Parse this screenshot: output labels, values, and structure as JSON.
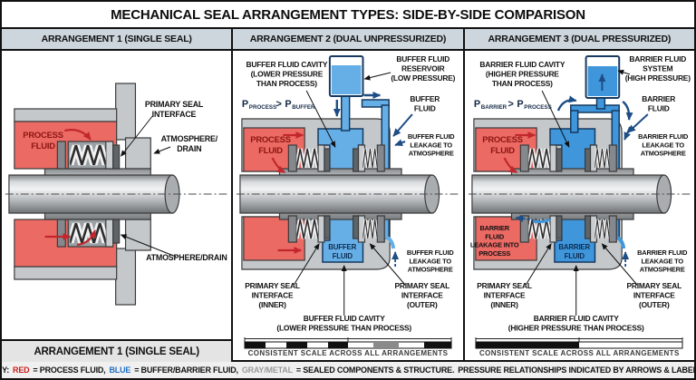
{
  "title": "MECHANICAL SEAL ARRANGEMENT TYPES: SIDE-BY-SIDE COMPARISON",
  "key": {
    "prefix": "KEY:",
    "red_word": "RED",
    "red_def": "= PROCESS FLUID,",
    "blue_word": "BLUE",
    "blue_def": "= BUFFER/BARRIER FLUID,",
    "gray_word": "GRAY/METAL",
    "gray_def": "= SEALED COMPONENTS & STRUCTURE.",
    "suffix": "PRESSURE RELATIONSHIPS INDICATED BY ARROWS & LABELS."
  },
  "colors": {
    "process_red": "#ec6a64",
    "buffer_blue": "#66aee6",
    "barrier_blue": "#3f96db",
    "metal_gray": "#c4c8cb",
    "navy_outline": "#16395f",
    "header_bg": "#cdd6dd"
  },
  "panel1": {
    "header": "ARRANGEMENT 1 (SINGLE SEAL)",
    "footer": "ARRANGEMENT 1 (SINGLE SEAL)",
    "labels": {
      "process_fluid": [
        "PROCESS",
        "FLUID"
      ],
      "primary_seal": [
        "PRIMARY SEAL",
        "INTERFACE"
      ],
      "atmosphere_drain": [
        "ATMOSPHERE/",
        "DRAIN"
      ],
      "atmosphere_drain2": "ATMOSPHERE/DRAIN"
    }
  },
  "panel2": {
    "header": "ARRANGEMENT 2 (DUAL UNPRESSURIZED)",
    "scale_note": "CONSISTENT SCALE ACROSS ALL ARRANGEMENTS",
    "pressure": {
      "p": "P",
      "left_sub": "PROCESS",
      "op": ">",
      "right_sub": "BUFFER"
    },
    "labels": {
      "cavity_callout": [
        "BUFFER FLUID CAVITY",
        "(LOWER PRESSURE",
        "THAN PROCESS)"
      ],
      "reservoir": [
        "BUFFER FLUID",
        "RESERVOIR",
        "(LOW PRESSURE)"
      ],
      "fluid": [
        "BUFFER",
        "FLUID"
      ],
      "leak_top": [
        "BUFFER FLUID",
        "LEAKAGE TO",
        "ATMOSPHERE"
      ],
      "process_fluid": [
        "PROCESS",
        "FLUID"
      ],
      "cavity_fluid": [
        "BUFFER",
        "FLUID"
      ],
      "leak_bottom": [
        "BUFFER FLUID",
        "LEAKAGE TO",
        "ATMOSPHERE"
      ],
      "seal_inner": [
        "PRIMARY SEAL",
        "INTERFACE",
        "(INNER)"
      ],
      "seal_outer": [
        "PRIMARY SEAL",
        "INTERFACE",
        "(OUTER)"
      ],
      "cavity_bottom": [
        "BUFFER FLUID CAVITY",
        "(LOWER PRESSURE THAN PROCESS)"
      ]
    }
  },
  "panel3": {
    "header": "ARRANGEMENT 3 (DUAL PRESSURIZED)",
    "scale_note": "CONSISTENT SCALE ACROSS ALL ARRANGEMENTS",
    "pressure": {
      "p": "P",
      "left_sub": "BARRIER",
      "op": ">",
      "right_sub": "PROCESS"
    },
    "labels": {
      "cavity_callout": [
        "BARRIER FLUID CAVITY",
        "(HIGHER PRESSURE",
        "THAN PROCESS)"
      ],
      "system": [
        "BARRIER FLUID",
        "SYSTEM",
        "(HIGH PRESSURE)"
      ],
      "fluid": [
        "BARRIER",
        "FLUID"
      ],
      "leak_top": [
        "BARRIER FLUID",
        "LEAKAGE TO",
        "ATMOSPHERE"
      ],
      "process_fluid": [
        "PROCESS",
        "FLUID"
      ],
      "leak_into_process": [
        "BARRIER",
        "FLUID",
        "LEAKAGE INTO",
        "PROCESS"
      ],
      "cavity_fluid": [
        "BARRIER",
        "FLUID"
      ],
      "leak_bottom": [
        "BARRIER FLUID",
        "LEAKAGE TO",
        "ATMOSPHERE"
      ],
      "seal_inner": [
        "PRIMARY SEAL",
        "INTERFACE",
        "(INNER)"
      ],
      "seal_outer": [
        "PRIMARY SEAL",
        "INTERFACE",
        "(OUTER)"
      ],
      "cavity_bottom": [
        "BARRIER FLUID CAVITY",
        "(HIGHER PRESSURE THAN PROCESS)"
      ]
    }
  }
}
